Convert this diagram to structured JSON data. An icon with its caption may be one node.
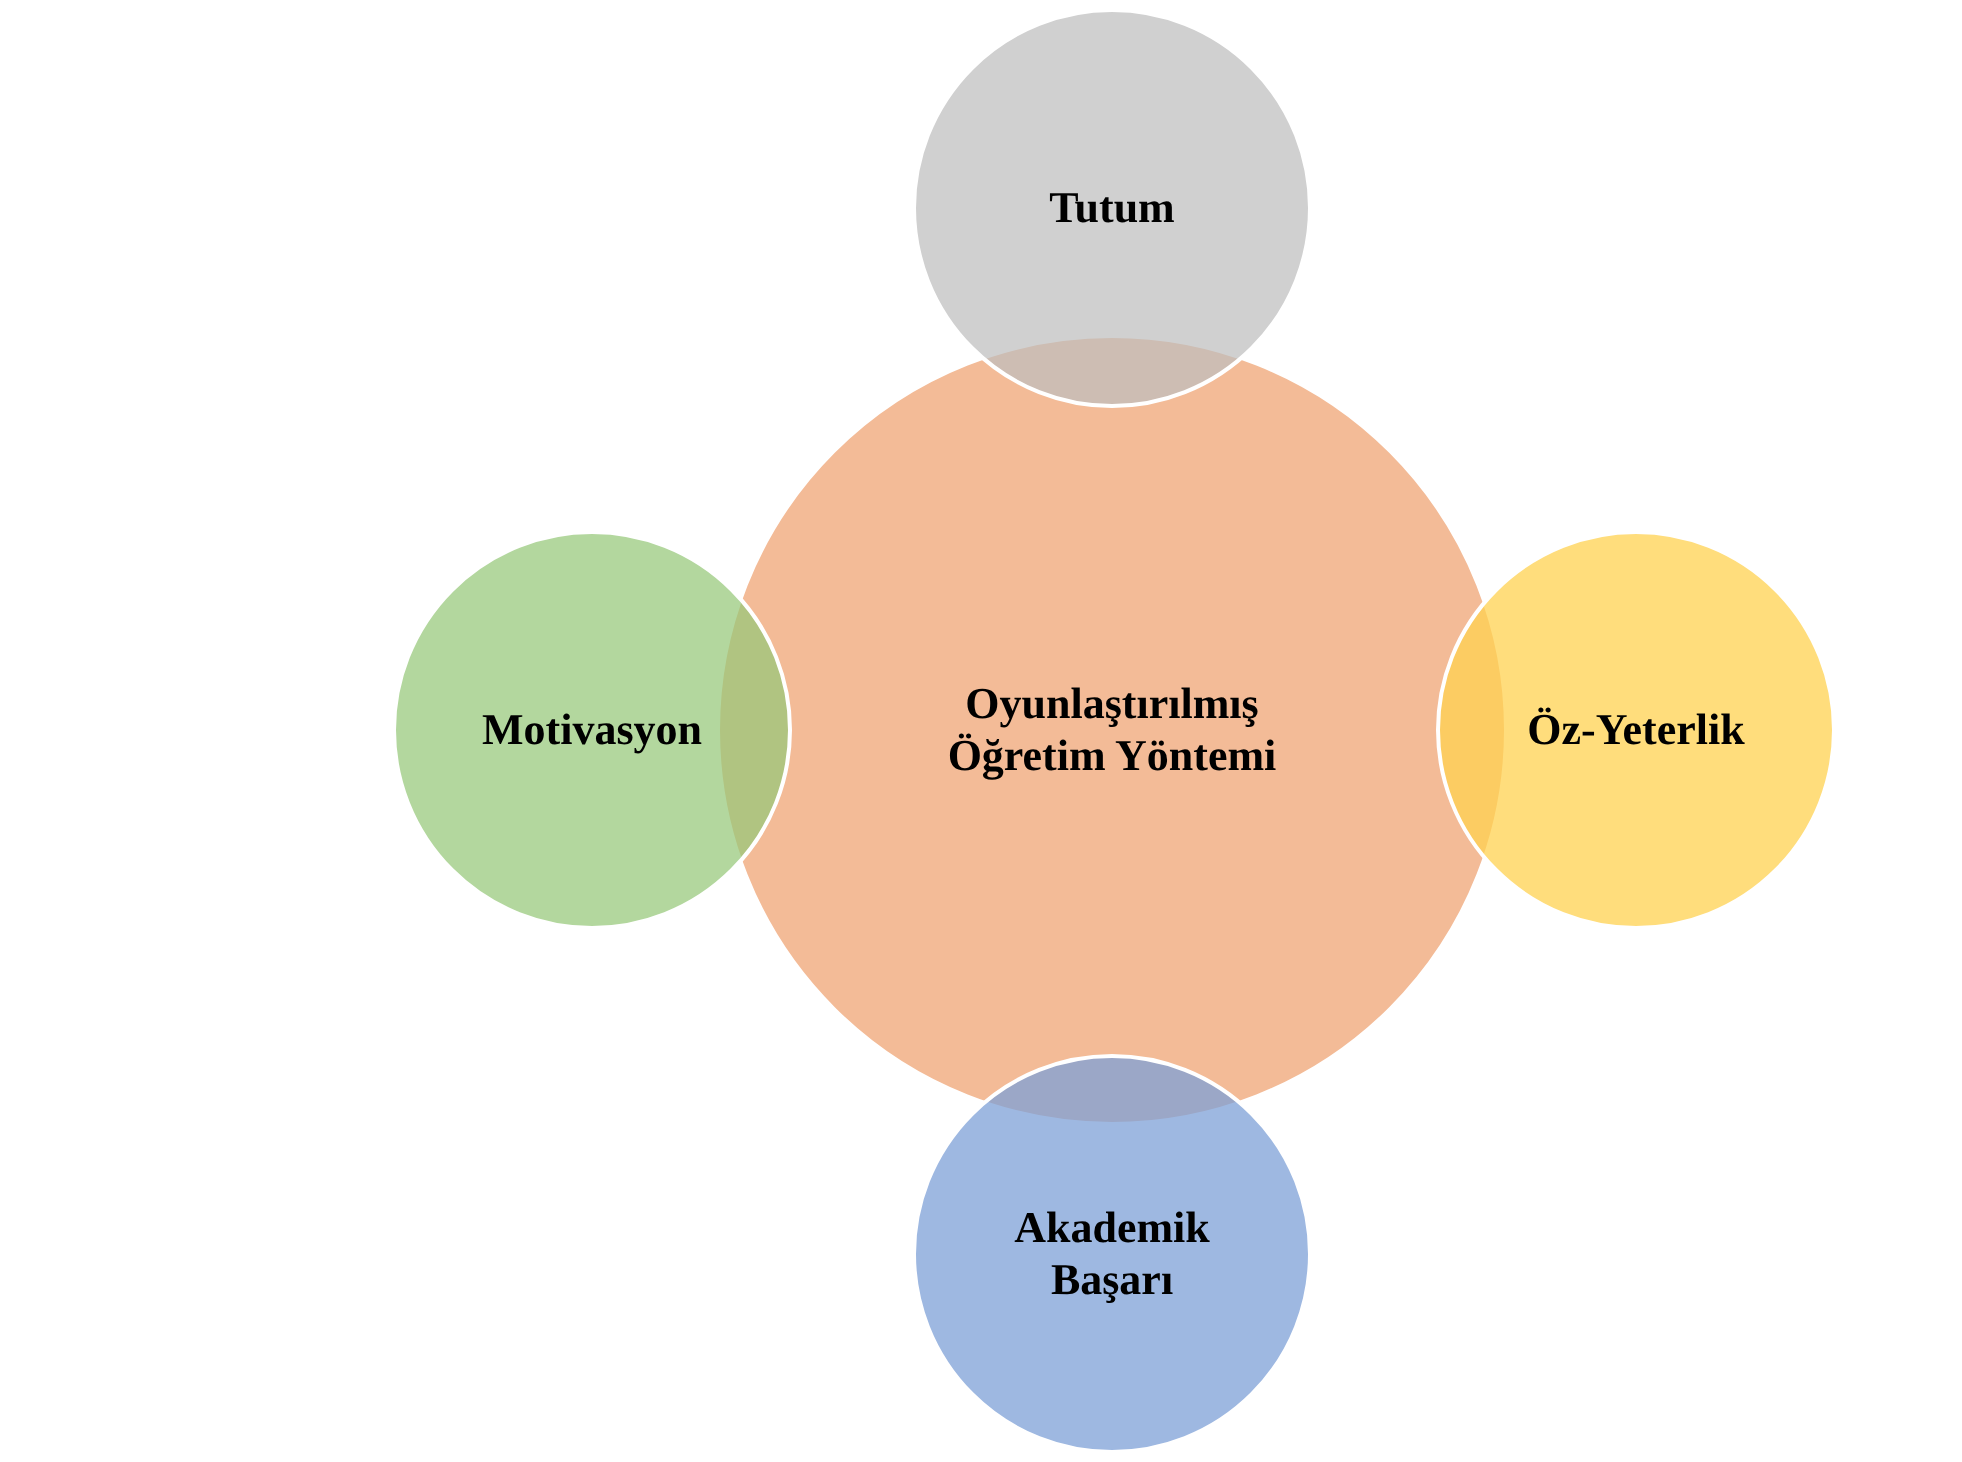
{
  "diagram": {
    "nodes": [
      {
        "text": [
          "Tutum"
        ]
      },
      {
        "text": [
          "Motivasyon"
        ]
      },
      {
        "text": [
          "Oyunlaştırılmış Öğretim Yöntemi"
        ]
      },
      {
        "text": [
          "Öz-Yeterlik"
        ]
      },
      {
        "text": [
          "Akademik Başarı"
        ]
      }
    ]
  }
}
